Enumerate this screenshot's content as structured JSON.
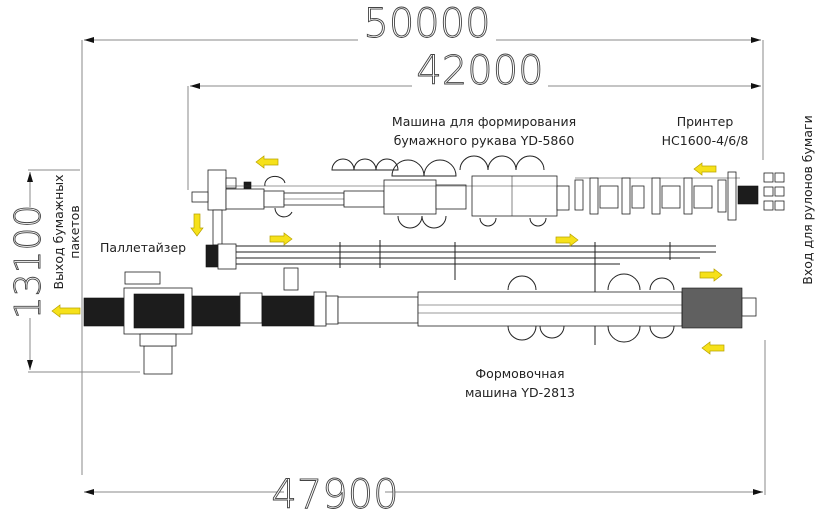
{
  "diagram": {
    "type": "plant-layout",
    "dimensions": {
      "overall_length_top": "50000",
      "inner_length_top": "42000",
      "overall_length_bottom": "47900",
      "overall_width_left": "13100"
    },
    "labels": {
      "tube_machine": [
        "Машина для формирования",
        "бумажного рукава YD-5860"
      ],
      "printer": [
        "Принтер",
        "HC1600-4/6/8"
      ],
      "palletizer": "Паллетайзер",
      "forming_machine": [
        "Формовочная",
        "машина YD-2813"
      ],
      "output": [
        "Выход бумажных",
        "пакетов"
      ],
      "input": "Вход для рулонов бумаги"
    },
    "colors": {
      "arrow": "#f6e11a",
      "line": "#222222",
      "dimension_line": "#888888",
      "background": "#ffffff"
    }
  }
}
